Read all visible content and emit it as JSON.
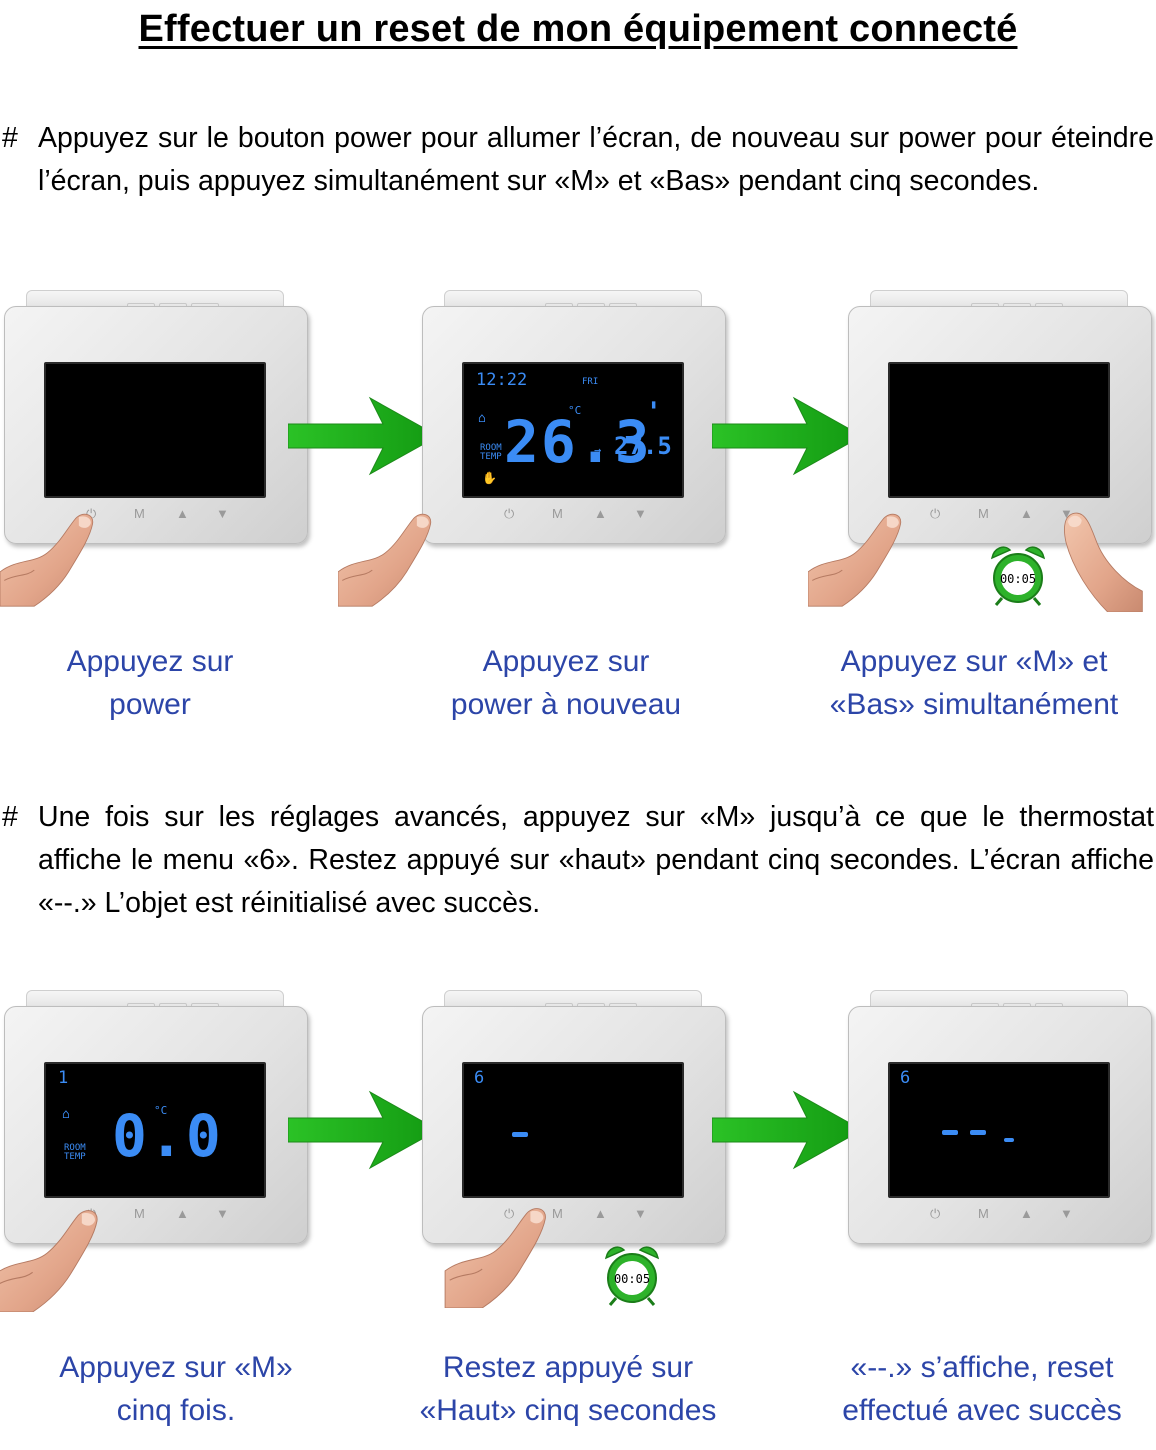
{
  "title": "Effectuer un reset de mon équipement connecté",
  "step1": {
    "bullet": "#",
    "text": "Appuyez sur le bouton power pour allumer l’écran, de nouveau sur power pour éteindre l’écran, puis appuyez simultanément sur «M» et «Bas» pendant cinq secondes."
  },
  "step2": {
    "bullet": "#",
    "text": "Une fois sur les réglages avancés, appuyez sur «M» jusqu’à ce que le thermostat affiche le menu «6». Restez appuyé sur «haut» pendant cinq secondes. L’écran affiche «--.» L’objet est réinitialisé avec succès."
  },
  "device_buttons": {
    "power": "⏻",
    "m": "M",
    "up": "▲",
    "down": "▼"
  },
  "screen_on": {
    "time": "12:22",
    "day": "FRI",
    "temp": "26.3",
    "unit": "°C",
    "room_temp_label": "ROOM TEMP",
    "set_temp": "27.5"
  },
  "menu_screen": {
    "index": "1",
    "value": "0.0",
    "unit": "°C",
    "room_temp_label": "ROOM TEMP"
  },
  "menu6": {
    "index": "6"
  },
  "timer": {
    "label": "00:05"
  },
  "captions_row1": [
    {
      "line1": "Appuyez sur",
      "line2": "power"
    },
    {
      "line1": "Appuyez sur",
      "line2": "power à nouveau"
    },
    {
      "line1": "Appuyez sur «M» et",
      "line2": "«Bas» simultanément"
    }
  ],
  "captions_row2": [
    {
      "line1": "Appuyez sur «M»",
      "line2": "cinq fois."
    },
    {
      "line1": "Restez appuyé sur",
      "line2": "«Haut» cinq secondes"
    },
    {
      "line1": "«--.» s’affiche, reset",
      "line2": "effectué avec succès"
    }
  ],
  "colors": {
    "caption": "#2c45a8",
    "lcd": "#3b8cf5",
    "arrow": "#22b21e",
    "alarm": "#2db22a"
  }
}
